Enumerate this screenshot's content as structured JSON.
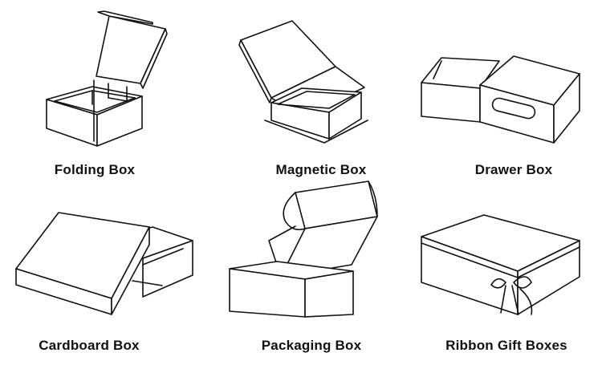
{
  "items": [
    {
      "label": "Folding Box",
      "icon": "folding-box-icon"
    },
    {
      "label": "Magnetic Box",
      "icon": "magnetic-box-icon"
    },
    {
      "label": "Drawer Box",
      "icon": "drawer-box-icon"
    },
    {
      "label": "Cardboard Box",
      "icon": "cardboard-box-icon"
    },
    {
      "label": "Packaging Box",
      "icon": "packaging-box-icon"
    },
    {
      "label": "Ribbon Gift Boxes",
      "icon": "ribbon-gift-boxes-icon"
    }
  ],
  "colors": {
    "line": "#111111",
    "background": "#ffffff"
  }
}
